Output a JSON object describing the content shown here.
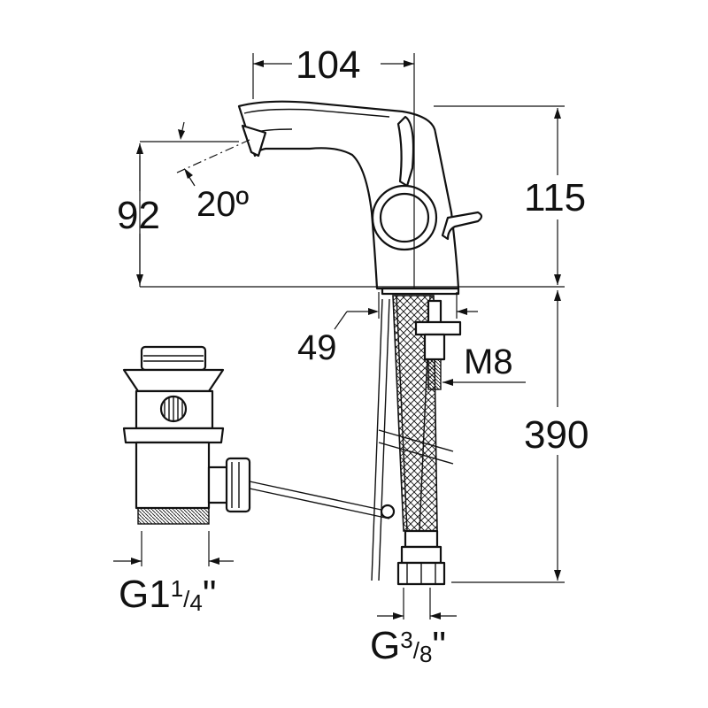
{
  "dimensions": {
    "spout_reach": "104",
    "total_height_above_deck": "115",
    "spout_outlet_height": "92",
    "spout_angle": "20º",
    "base_diameter": "49",
    "stud_thread": "M8",
    "hose_length": "390"
  },
  "threads": {
    "waste": {
      "prefix": "G1",
      "frac_num": "1",
      "frac_den": "4",
      "suffix": "\""
    },
    "supply": {
      "prefix": "G",
      "frac_num": "3",
      "frac_den": "8",
      "suffix": "\""
    }
  },
  "colors": {
    "line": "#111111",
    "background": "#ffffff"
  }
}
